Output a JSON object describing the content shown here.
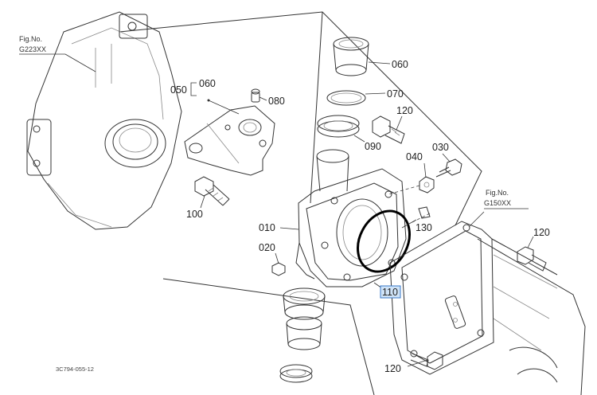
{
  "figure_refs": {
    "left": {
      "title": "Fig.No.",
      "code": "G223XX"
    },
    "right": {
      "title": "Fig.No.",
      "code": "G150XX"
    }
  },
  "drawing_code": "3C794-055-12",
  "callouts": {
    "c060_top": "060",
    "c070": "070",
    "c120_top": "120",
    "c090": "090",
    "c050": "050",
    "c060_group": "060",
    "c080": "080",
    "c040": "040",
    "c030": "030",
    "c100": "100",
    "c010": "010",
    "c020": "020",
    "c130": "130",
    "c120_right": "120",
    "c110": "110",
    "c120_bottom": "120"
  },
  "highlight": {
    "part": "110",
    "color": "#cfe3f7",
    "border": "#3a78c8",
    "ring_color": "#000000"
  }
}
